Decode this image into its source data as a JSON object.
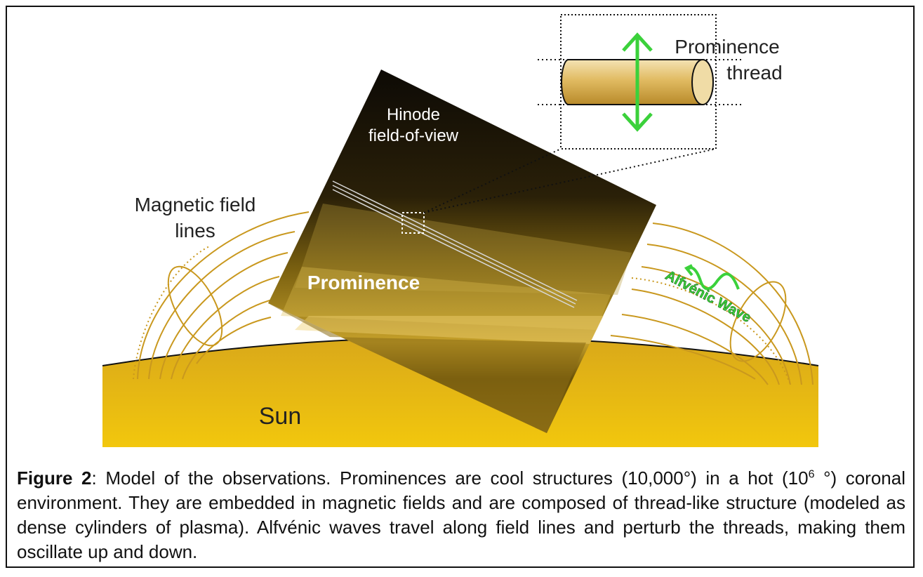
{
  "labels": {
    "prominence_thread": [
      "Prominence",
      "thread"
    ],
    "hinode_fov": [
      "Hinode",
      "field-of-view"
    ],
    "magnetic_field_lines": [
      "Magnetic field",
      "lines"
    ],
    "prominence": "Prominence",
    "alfvenic_wave": "Alfvénic Wave",
    "sun": "Sun"
  },
  "caption": {
    "figure_label": "Figure 2",
    "text_part1": ": Model of the observations. Prominences are cool structures (10,000°) in a hot (10",
    "superscript": "6",
    "text_part2": " °) coronal environment. They are embedded in magnetic fields and are composed of thread-like structure (modeled as dense cylinders of plasma). Alfvénic waves travel along field lines and perturb the threads, making them oscillate up and down."
  },
  "colors": {
    "sun_fill": "#e8b712",
    "field_line": "#c9981e",
    "arrow_green": "#3bd13b",
    "thread_gold": "#dcae4e",
    "hinode_dark": "#1c1508"
  }
}
